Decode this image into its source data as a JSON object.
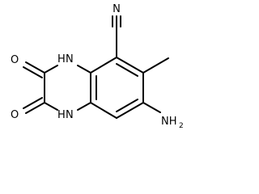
{
  "molecule": {
    "bond_color": "#000000",
    "label_color": "#000000",
    "atoms": {
      "nitrile_n": "N",
      "carbonyl_o_top": "O",
      "carbonyl_o_bottom": "O",
      "ring_nh_top": {
        "h": "H",
        "n": "N"
      },
      "ring_nh_bottom": {
        "h": "H",
        "n": "N"
      },
      "amine": {
        "n": "NH",
        "sub": "2"
      }
    }
  }
}
